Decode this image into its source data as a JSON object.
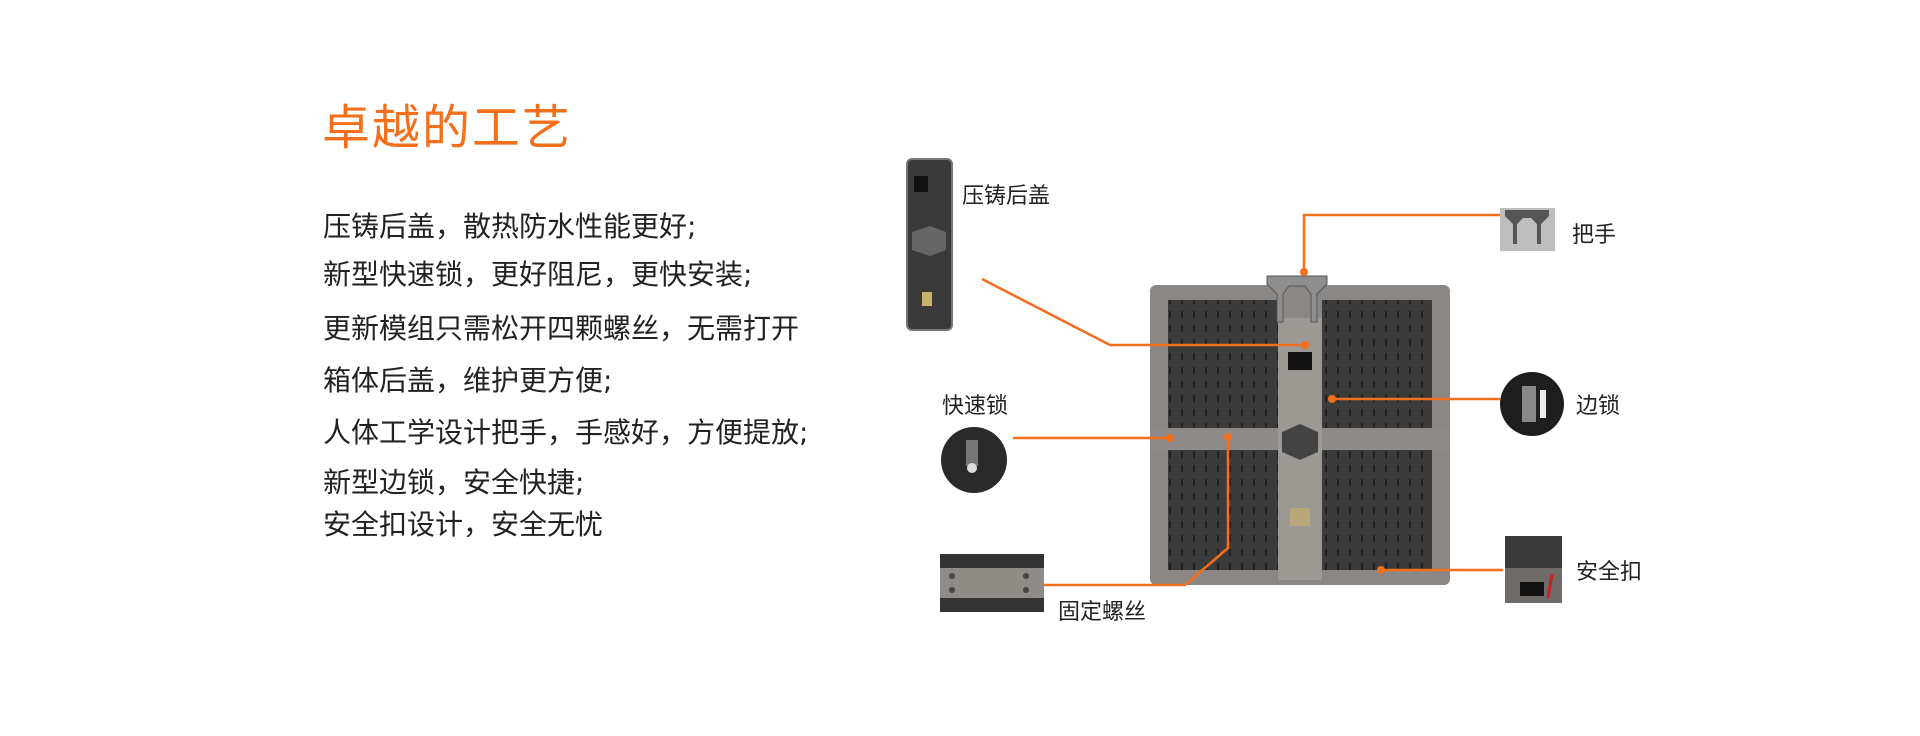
{
  "title": "卓越的工艺",
  "features": [
    "压铸后盖，散热防水性能更好;",
    "新型快速锁，更好阻尼，更快安装;",
    "更新模组只需松开四颗螺丝，无需打开",
    "箱体后盖，维护更方便;",
    "人体工学设计把手，手感好，方便提放;",
    "新型边锁，安全快捷;",
    "安全扣设计，安全无忧"
  ],
  "callouts": {
    "cover": "压铸后盖",
    "handle": "把手",
    "side_lock": "边锁",
    "quick_lock": "快速锁",
    "screws": "固定螺丝",
    "safety": "安全扣"
  },
  "colors": {
    "accent": "#f36f1c",
    "text": "#222222"
  }
}
